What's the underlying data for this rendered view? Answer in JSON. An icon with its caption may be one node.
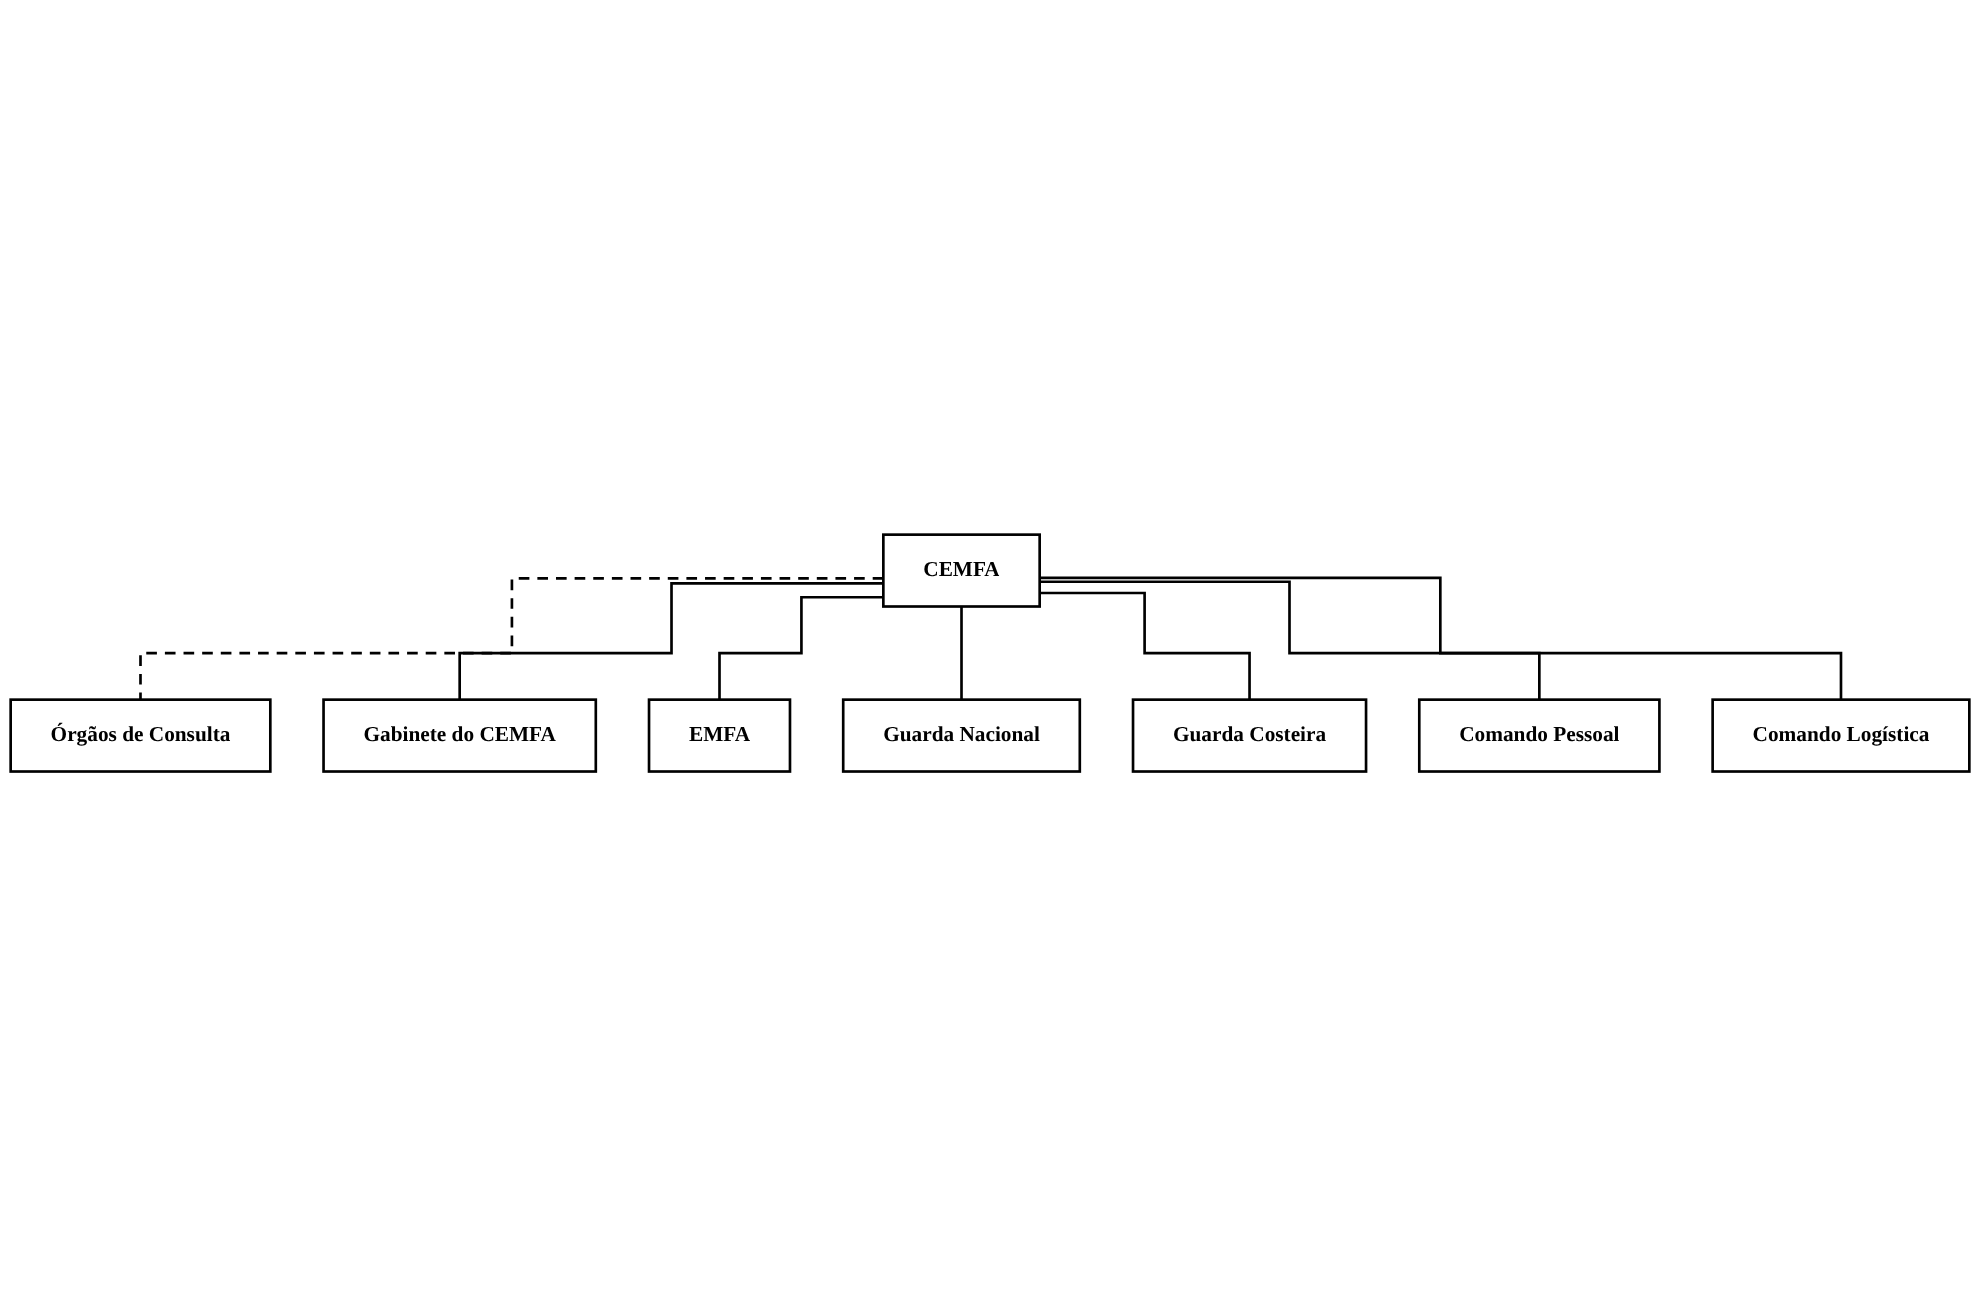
{
  "diagram": {
    "nodes": [
      {
        "text": [
          "CEMFA"
        ]
      },
      {
        "text": [
          "Órgãos de Consulta"
        ]
      },
      {
        "text": [
          "Gabinete do CEMFA"
        ]
      },
      {
        "text": [
          "EMFA"
        ]
      },
      {
        "text": [
          "Guarda Nacional"
        ]
      },
      {
        "text": [
          "Guarda Costeira"
        ]
      },
      {
        "text": [
          "Comando Pessoal"
        ]
      },
      {
        "text": [
          "Comando Logística"
        ]
      }
    ],
    "edges": [
      {
        "from": 0,
        "to": 1,
        "arrow": "none",
        "style": "dashed"
      },
      {
        "from": 0,
        "to": 2,
        "arrow": "none"
      },
      {
        "from": 0,
        "to": 3,
        "arrow": "none"
      },
      {
        "from": 0,
        "to": 4,
        "arrow": "none"
      },
      {
        "from": 0,
        "to": 5,
        "arrow": "none"
      },
      {
        "from": 0,
        "to": 6,
        "arrow": "none"
      },
      {
        "from": 0,
        "to": 7,
        "arrow": "none"
      }
    ]
  }
}
